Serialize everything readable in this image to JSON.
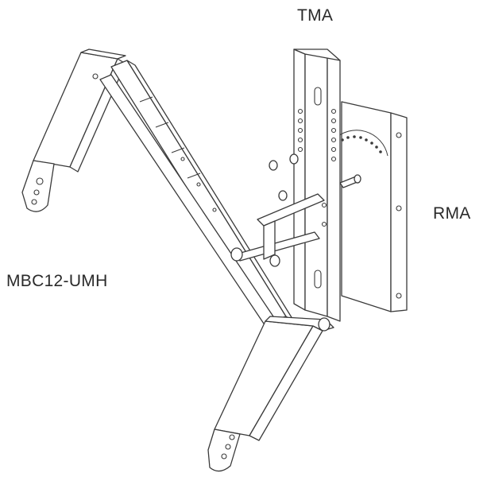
{
  "labels": {
    "tma": "TMA",
    "rma": "RMA",
    "mbc": "MBC12-UMH"
  },
  "colors": {
    "line": "#3a3a3a",
    "background": "#ffffff"
  }
}
